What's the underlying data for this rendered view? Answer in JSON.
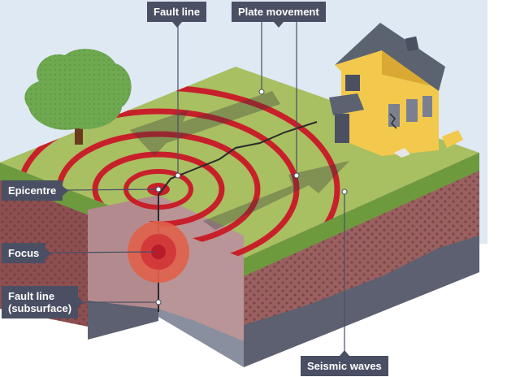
{
  "labels": {
    "fault_line_top": "Fault line",
    "plate_movement": "Plate movement",
    "epicentre": "Epicentre",
    "focus": "Focus",
    "fault_line_subsurface": "Fault line\n(subsurface)",
    "seismic_waves": "Seismic waves"
  },
  "colors": {
    "sky": "#dfe9f4",
    "grass_top": "#a8bf62",
    "grass_edge": "#6e9a3e",
    "rock_front": "#8e4f51",
    "rock_side": "#9b6060",
    "bedrock": "#5c6070",
    "wave_ring": "#c8202a",
    "focus_glow": "#e0604a",
    "label_bg": "#4a4f63"
  }
}
